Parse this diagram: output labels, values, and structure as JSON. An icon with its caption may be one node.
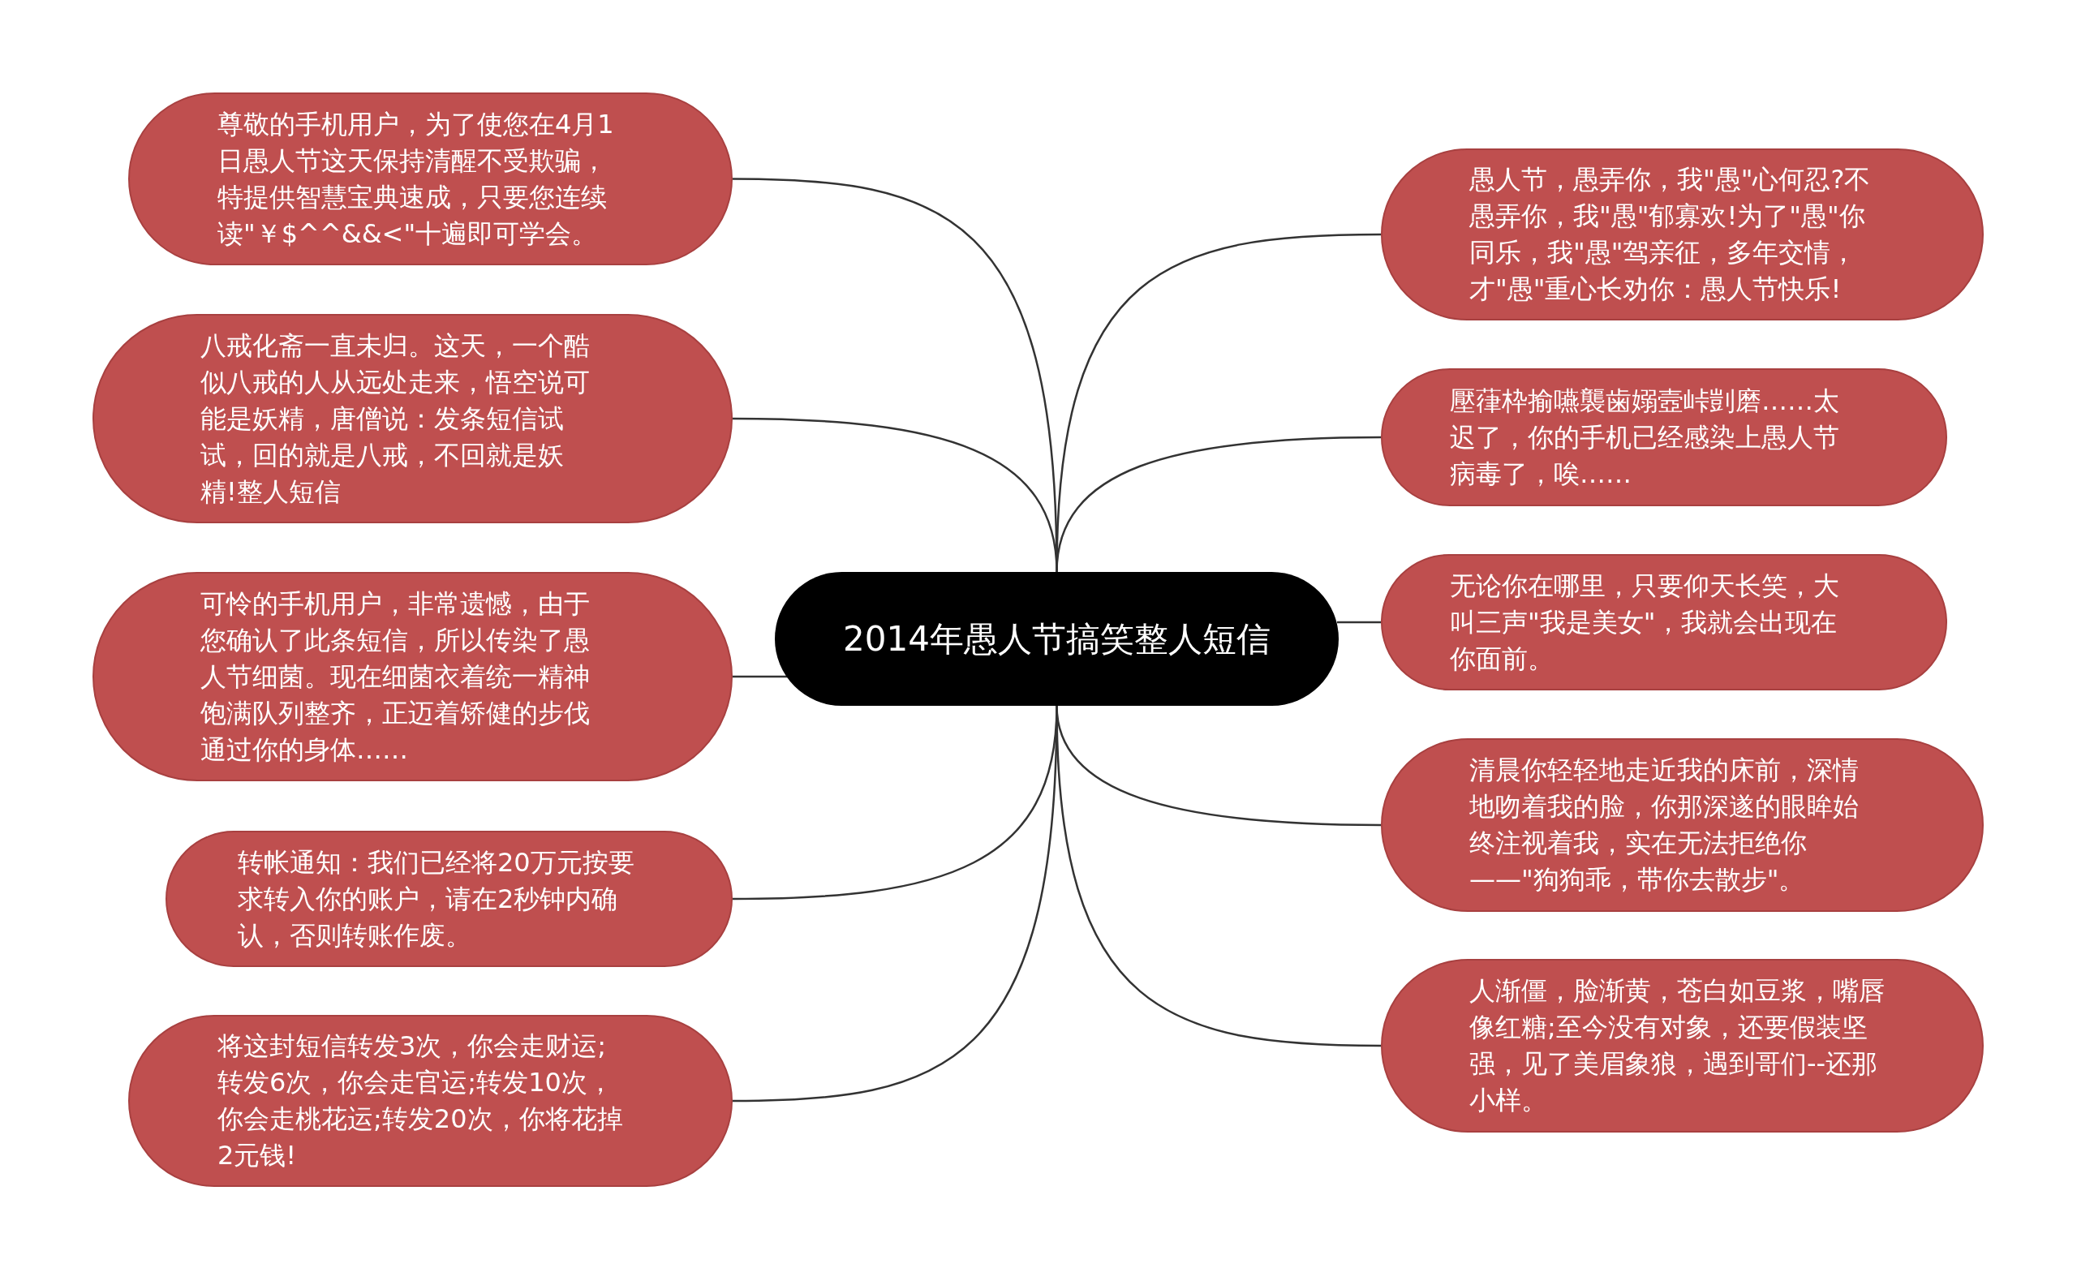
{
  "diagram": {
    "nodes": [
      {
        "text": [
          "2014年愚人节搞笑整人短信"
        ]
      },
      {
        "text": [
          "尊敬的手机用户，为了使您在4月1日愚人节这天保持清醒不受欺骗，特提供智慧宝典速成，只要您连续读\"￥$^^&&<\"十遍即可学会。"
        ]
      },
      {
        "text": [
          "八戒化斋一直未归。这天，一个酷似八戒的人从远处走来，悟空说可能是妖精，唐僧说：发条短信试试，回的就是八戒，不回就是妖精!整人短信"
        ]
      },
      {
        "text": [
          "可怜的手机用户，非常遗憾，由于您确认了此条短信，所以传染了愚人节细菌。现在细菌衣着统一精神饱满队列整齐，正迈着矫健的步伐通过你的身体……"
        ]
      },
      {
        "text": [
          "转帐通知：我们已经将20万元按要求转入你的账户，请在2秒钟内确认，否则转账作废。"
        ]
      },
      {
        "text": [
          "将这封短信转发3次，你会走财运;转发6次，你会走官运;转发10次，你会走桃花运;转发20次，你将花掉2元钱!"
        ]
      },
      {
        "text": [
          "愚人节，愚弄你，我\"愚\"心何忍?不愚弄你，我\"愚\"郁寡欢!为了\"愚\"你同乐，我\"愚\"驾亲征，多年交情，才\"愚\"重心长劝你：愚人节快乐!"
        ]
      },
      {
        "text": [
          "壓葎枠揄嚥襲歯嫋壼峠剴磨……太迟了，你的手机已经感染上愚人节病毒了，唉……"
        ]
      },
      {
        "text": [
          "无论你在哪里，只要仰天长笑，大叫三声\"我是美女\"，我就会出现在你面前。"
        ]
      },
      {
        "text": [
          "清晨你轻轻地走近我的床前，深情地吻着我的脸，你那深遂的眼眸始终注视着我，实在无法拒绝你——\"狗狗乖，带你去散步\"。"
        ]
      },
      {
        "text": [
          "人渐僵，脸渐黄，苍白如豆浆，嘴唇像红糖;至今没有对象，还要假装坚强，见了美眉象狼，遇到哥们--还那小样。"
        ]
      }
    ],
    "edges": [
      {
        "from": 0,
        "to": 1,
        "arrow": "none"
      },
      {
        "from": 0,
        "to": 2,
        "arrow": "none"
      },
      {
        "from": 0,
        "to": 3,
        "arrow": "none"
      },
      {
        "from": 0,
        "to": 4,
        "arrow": "none"
      },
      {
        "from": 0,
        "to": 5,
        "arrow": "none"
      },
      {
        "from": 0,
        "to": 6,
        "arrow": "none"
      },
      {
        "from": 0,
        "to": 7,
        "arrow": "none"
      },
      {
        "from": 0,
        "to": 8,
        "arrow": "none"
      },
      {
        "from": 0,
        "to": 9,
        "arrow": "none"
      },
      {
        "from": 0,
        "to": 10,
        "arrow": "none"
      }
    ]
  }
}
